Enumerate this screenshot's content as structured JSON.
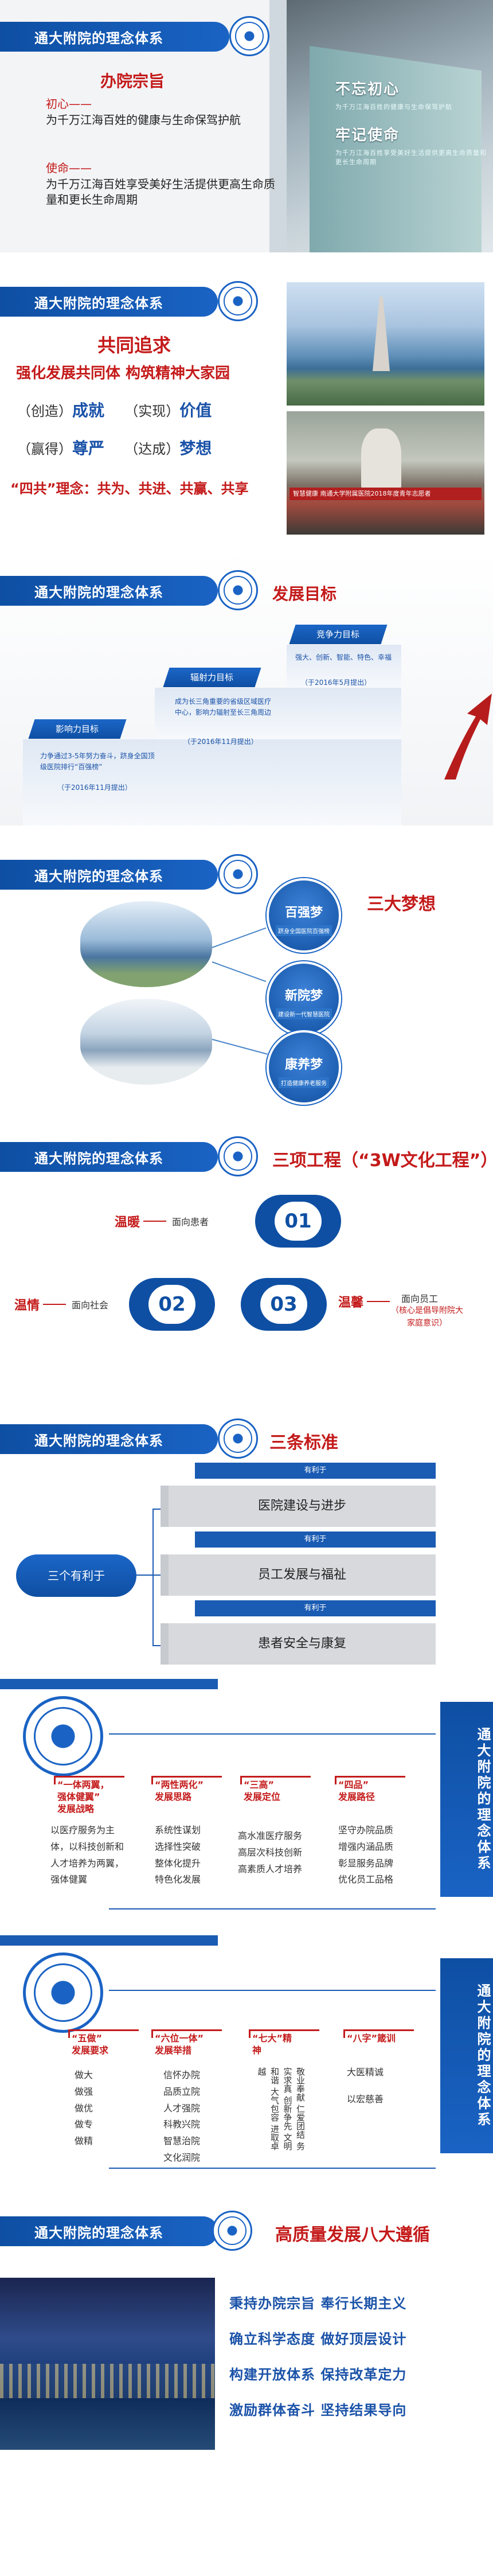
{
  "header_title": "通大附院的理念体系",
  "slide1": {
    "subtitle": "办院宗旨",
    "item1_label": "初心——",
    "item1_text": "为千万江海百姓的健康与生命保驾护航",
    "item2_label": "使命——",
    "item2_text": "为千万江海百姓享受美好生活提供更高生命质量和更长生命周期",
    "wall_line1": "不忘初心",
    "wall_line2": "为千万江海百姓的健康与生命保驾护航",
    "wall_line3": "牢记使命",
    "wall_line4": "为千万江海百姓享受美好生活提供更高生命质量和更长生命周期"
  },
  "slide2": {
    "subtitle": "共同追求",
    "subtitle2": "强化发展共同体  构筑精神大家园",
    "row1_p1": "（创造）",
    "row1_b1": "成就",
    "row1_p2": "（实现）",
    "row1_b2": "价值",
    "row2_p1": "（赢得）",
    "row2_b1": "尊严",
    "row2_p2": "（达成）",
    "row2_b2": "梦想",
    "fourline": "“四共”理念：共为、共进、共赢、共享",
    "banner": "智慧健康 南通大学附属医院2018年度青年志愿者"
  },
  "slide3": {
    "subtitle": "发展目标",
    "step1": "影响力目标",
    "step2": "辐射力目标",
    "step3": "竞争力目标",
    "step1_text": "力争通过3-5年努力奋斗，跻身全国顶级医院排行“百强榜”",
    "step1_note": "（于2016年11月提出）",
    "step2_text": "成为长三角重要的省级区域医疗中心，影响力辐射至长三角周边",
    "step2_note": "（于2016年11月提出）",
    "step3_text": "强大、创新、智能、特色、幸福",
    "step3_note": "（于2016年5月提出）"
  },
  "slide4": {
    "subtitle": "三大梦想",
    "dream1": "百强梦",
    "dream1_desc": "跻身全国医院百强榜",
    "dream2": "新院梦",
    "dream2_desc": "建设新一代智慧医院",
    "dream3": "康养梦",
    "dream3_desc": "打造健康养老服务"
  },
  "slide5": {
    "subtitle": "三项工程（“3W文化工程”）",
    "n1": "01",
    "n2": "02",
    "n3": "03",
    "l1": "温暖",
    "l2": "温情",
    "l3": "温馨",
    "d1": "面向患者",
    "d2": "面向社会",
    "d3_line1": "面向员工",
    "d3_line2": "（核心是倡导附院大",
    "d3_line3": "家庭意识）"
  },
  "slide6": {
    "subtitle": "三条标准",
    "left": "三个有利于",
    "tag": "有利于",
    "box1": "医院建设与进步",
    "box2": "员工发展与福祉",
    "box3": "患者安全与康复"
  },
  "slide7": {
    "panel": "通大附院的理念体系",
    "c1_h1": "“一体两翼，",
    "c1_h2": "强体健翼”",
    "c1_h3": "发展战略",
    "c1_t": "以医疗服务为主体，以科技创新和人才培养为两翼，强体健翼",
    "c2_h1": "“两性两化”",
    "c2_h2": "发展思路",
    "c2_t1": "系统性谋划",
    "c2_t2": "选择性突破",
    "c2_t3": "整体化提升",
    "c2_t4": "特色化发展",
    "c3_h1": "“三高”",
    "c3_h2": "发展定位",
    "c3_t1": "高水准医疗服务",
    "c3_t2": "高层次科技创新",
    "c3_t3": "高素质人才培养",
    "c4_h1": "“四品”",
    "c4_h2": "发展路径",
    "c4_t1": "坚守办院品质",
    "c4_t2": "增强内涵品质",
    "c4_t3": "彰显服务品牌",
    "c4_t4": "优化员工品格"
  },
  "slide8": {
    "panel": "通大附院的理念体系",
    "c1_h1": "“五做”",
    "c1_h2": "发展要求",
    "c1_v1": "做大",
    "c1_v2": "做强",
    "c1_v3": "做优",
    "c1_v4": "做专",
    "c1_v5": "做精",
    "c2_h1": "“六位一体”",
    "c2_h2": "发展举措",
    "c2_t1": "信怀办院",
    "c2_t2": "品质立院",
    "c2_t3": "人才强院",
    "c2_t4": "科教兴院",
    "c2_t5": "智慧治院",
    "c2_t6": "文化润院",
    "c3_h1": "“七大”精",
    "c3_h2": "神",
    "c3_col1": "敬业奉献",
    "c3_col2": "仁爱团结",
    "c3_col3": "务实求真",
    "c3_col4": "创新争先",
    "c3_col5": "文明和谐",
    "c3_col6": "大气包容",
    "c3_col7": "进取卓越",
    "c4_h1": "“八字”箴训",
    "c4_t1": "大医精诚",
    "c4_t2": "以宏慈善"
  },
  "slide9": {
    "subtitle": "高质量发展八大遵循",
    "line1": "秉持办院宗旨  奉行长期主义",
    "line2": "确立科学态度  做好顶层设计",
    "line3": "构建开放体系  保持改革定力",
    "line4": "激励群体奋斗  坚持结果导向"
  }
}
